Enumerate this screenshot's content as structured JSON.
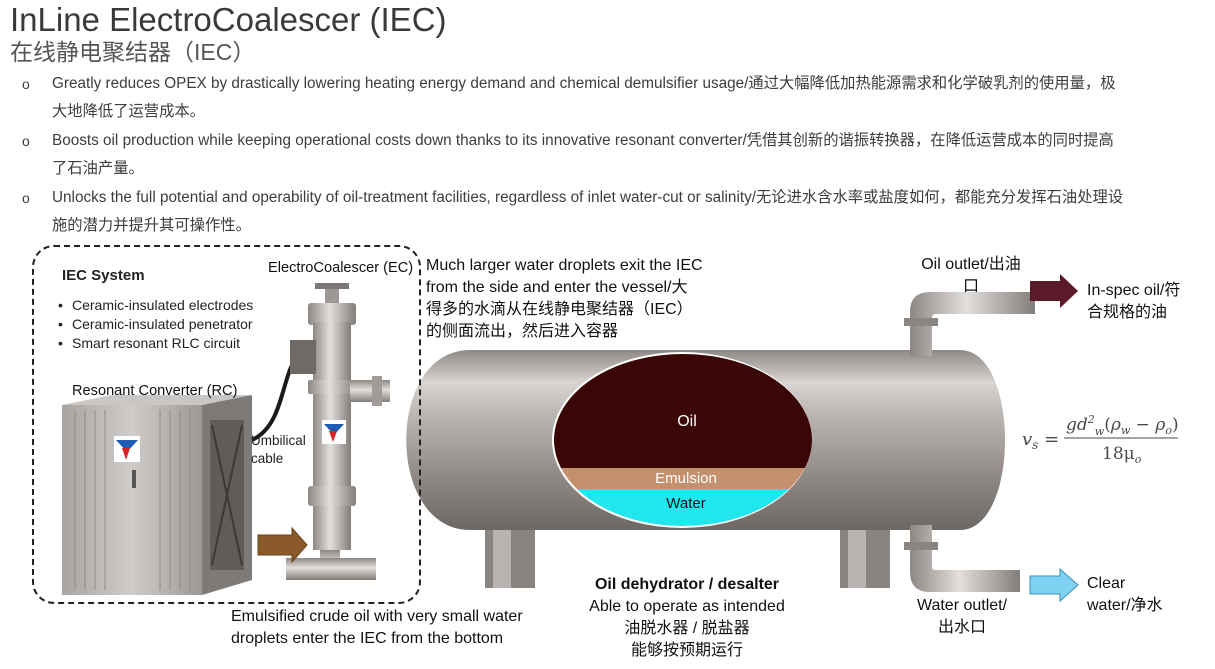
{
  "header": {
    "title": "InLine ElectroCoalescer (IEC)",
    "subtitle": "在线静电聚结器（IEC）"
  },
  "bullets": [
    {
      "mark": "o",
      "line1": "Greatly reduces OPEX by drastically lowering heating energy demand and chemical demulsifier usage/通过大幅降低加热能源需求和化学破乳剂的使用量，极",
      "line2": "大地降低了运营成本。"
    },
    {
      "mark": "o",
      "line1": "Boosts oil production while keeping operational costs down thanks to its innovative resonant converter/凭借其创新的谐振转换器，在降低运营成本的同时提高",
      "line2": "了石油产量。"
    },
    {
      "mark": "o",
      "line1": "Unlocks the full potential and operability of oil-treatment facilities, regardless of inlet water-cut or salinity/无论进水含水率或盐度如何，都能充分发挥石油处理设",
      "line2": "施的潜力并提升其可操作性。"
    }
  ],
  "diagram": {
    "iec_system": {
      "title": "IEC System",
      "items": [
        "Ceramic-insulated electrodes",
        "Ceramic-insulated penetrator",
        "Smart resonant RLC circuit"
      ]
    },
    "resonant_converter_label": "Resonant Converter (RC)",
    "ec_label": "ElectroCoalescer (EC)",
    "umbilical_label": [
      "Umbilical",
      "cable"
    ],
    "droplets_exit": [
      "Much larger water droplets exit the IEC",
      "from the side and enter the vessel/大",
      "得多的水滴从在线静电聚结器（IEC）",
      "的侧面流出，然后进入容器"
    ],
    "inlet_note": [
      "Emulsified crude oil with very small water",
      "droplets enter the IEC from the bottom"
    ],
    "vessel": {
      "oil": "Oil",
      "emulsion": "Emulsion",
      "water": "Water",
      "dehydrator_title": "Oil dehydrator / desalter",
      "dehydrator_lines": [
        "Able to operate as intended",
        "油脱水器 / 脱盐器",
        "能够按预期运行"
      ]
    },
    "oil_outlet": [
      "Oil outlet/出油",
      "口"
    ],
    "in_spec_oil": [
      "In-spec oil/符",
      "合规格的油"
    ],
    "water_outlet": [
      "Water outlet/",
      "出水口"
    ],
    "clear_water": [
      "Clear",
      "water/净水"
    ],
    "formula": {
      "lhs": "v",
      "lhs_sub": "s",
      "num": "gd",
      "den": "18μ"
    },
    "colors": {
      "oil": "#3b0606",
      "emulsion": "#c4906e",
      "water": "#22e6ee",
      "oil_arrow": "#5a1a2a",
      "water_arrow": "#7fd2f2",
      "inlet_arrow": "#8a5a2b"
    }
  }
}
